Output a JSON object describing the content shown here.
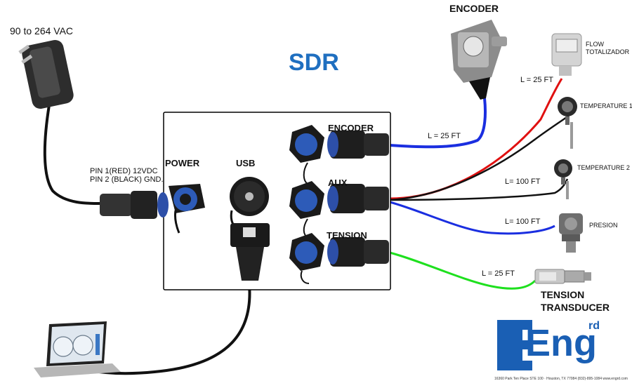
{
  "title": "SDR",
  "power_input": "90 to 264 VAC",
  "power_pins": {
    "line1": "PIN 1(RED) 12VDC",
    "line2": "PIN 2 (BLACK) GND."
  },
  "ports": {
    "power": "POWER",
    "usb": "USB",
    "encoder": "ENCODER",
    "aux": "AUX",
    "tension": "TENSION"
  },
  "devices": {
    "encoder": "ENCODER",
    "flow_line1": "FLOW",
    "flow_line2": "TOTALIZADOR",
    "temp1": "TEMPERATURE 1",
    "temp2": "TEMPERATURE 2",
    "pressure": "PRESION",
    "tension_line1": "TENSION",
    "tension_line2": "TRANSDUCER"
  },
  "cable_lengths": {
    "encoder": "L = 25 FT",
    "flow": "L = 25 FT",
    "temps": "L= 100 FT",
    "pressure": "L= 100 FT",
    "tension": "L = 25 FT"
  },
  "logo": {
    "text": "Eng",
    "sup": "rd",
    "footer": "16360 Park Ten Place STE 100 · Houston, TX 77084 (832)-895-1084 www.engrd.com"
  },
  "colors": {
    "accent": "#1f6fc0",
    "logo_blue": "#1a5fb4",
    "cable_blue": "#1a2ee0",
    "cable_red": "#e01010",
    "cable_green": "#1ee01e"
  }
}
